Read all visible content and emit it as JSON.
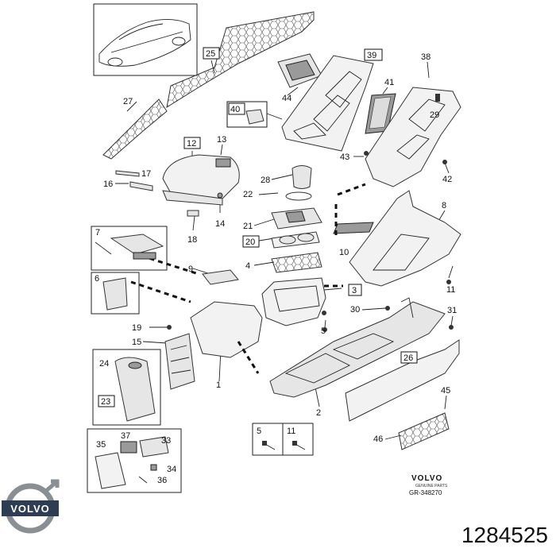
{
  "brand": {
    "name": "VOLVO",
    "sub": "GENUINE PARTS",
    "ref": "GR-348270"
  },
  "logo_text": "VOLVO",
  "part_number": "1284525",
  "callouts": {
    "c1": "1",
    "c2": "2",
    "c3": "3",
    "c4": "4",
    "c5": "5",
    "c6": "6",
    "c7": "7",
    "c8": "8",
    "c9": "9",
    "c10": "10",
    "c11": "11",
    "c12": "12",
    "c13": "13",
    "c14": "14",
    "c15": "15",
    "c16": "16",
    "c17": "17",
    "c18": "18",
    "c19": "19",
    "c20": "20",
    "c21": "21",
    "c22": "22",
    "c23": "23",
    "c24": "24",
    "c25": "25",
    "c26": "26",
    "c27": "27",
    "c28": "28",
    "c29": "29",
    "c30": "30",
    "c31": "31",
    "c33": "33",
    "c34": "34",
    "c35": "35",
    "c36": "36",
    "c37": "37",
    "c38": "38",
    "c39": "39",
    "c40": "40",
    "c41": "41",
    "c42": "42",
    "c43": "43",
    "c44": "44",
    "c45": "45",
    "c46": "46",
    "k5": "5",
    "k11": "11"
  }
}
